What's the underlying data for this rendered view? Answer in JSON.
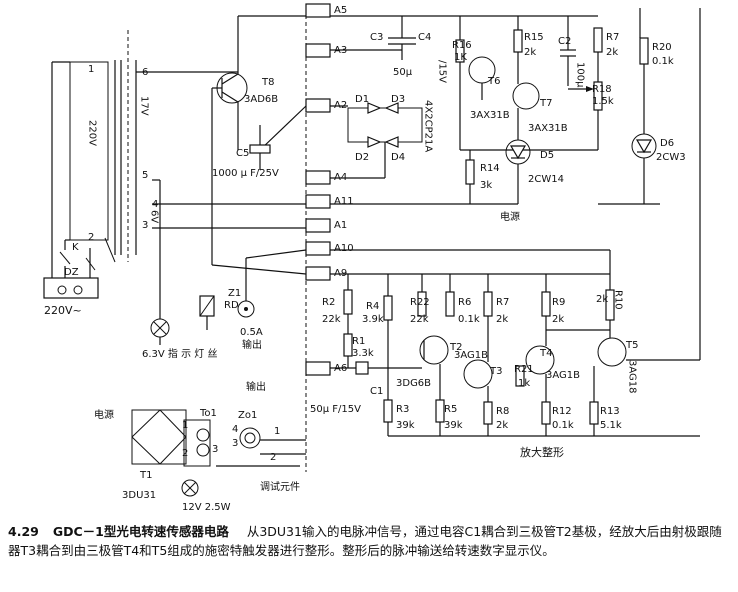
{
  "terminals": [
    "A5",
    "A3",
    "A2",
    "A4",
    "A11",
    "A1",
    "A10",
    "A9",
    "A6"
  ],
  "components": {
    "t8": {
      "ref": "T8",
      "part": "3AD6B"
    },
    "c5": {
      "ref": "C5",
      "value": "1000 μ F/25V"
    },
    "c3": {
      "ref": "C3",
      "value": "50μ"
    },
    "c4": {
      "ref": "C4"
    },
    "bridge": {
      "d1": "D1",
      "d2": "D2",
      "d3": "D3",
      "d4": "D4",
      "part": "4X2CP21A"
    },
    "r16": {
      "ref": "R16",
      "value": "1K"
    },
    "r15": {
      "ref": "R15",
      "value": "2k"
    },
    "c2": {
      "ref": "C2",
      "value": "100μ"
    },
    "r7top": {
      "ref": "R7",
      "value": "2k"
    },
    "r18": {
      "ref": "R18",
      "value": "1.5k"
    },
    "r20": {
      "ref": "R20",
      "value": "0.1k"
    },
    "t6": {
      "ref": "T6",
      "part": "3AX31B"
    },
    "t7": {
      "ref": "T7",
      "part": "3AX31B"
    },
    "d5": {
      "ref": "D5",
      "part": "2CW14"
    },
    "d6": {
      "ref": "D6",
      "part": "2CW3"
    },
    "r14": {
      "ref": "R14",
      "value": "3k"
    },
    "rail15": "/15V",
    "tr": {
      "v220": "220V",
      "v17": "17V",
      "v6": "6V",
      "w1": "1",
      "w2": "2",
      "w3": "3",
      "w4": "4",
      "w5": "5",
      "w6": "6"
    },
    "dz": "DZ",
    "k": "K",
    "mains": "220V~",
    "lamp": {
      "label": "6.3V 指 示 灯 丝"
    },
    "z1": {
      "ref": "Z1",
      "part": "RD",
      "rating": "0.5A",
      "out": "输出"
    },
    "r2": {
      "ref": "R2",
      "value": "22k"
    },
    "r4": {
      "ref": "R4",
      "value": "3.9k"
    },
    "r22": {
      "ref": "R22",
      "value": "22k"
    },
    "r6": {
      "ref": "R6",
      "value": "0.1k"
    },
    "r7b": {
      "ref": "R7",
      "value": "2k"
    },
    "r9": {
      "ref": "R9",
      "value": "2k"
    },
    "r10": {
      "ref": "R10",
      "value": "2k"
    },
    "r1": {
      "ref": "R1",
      "value": "3.3k"
    },
    "c1": {
      "ref": "C1",
      "value": "50μ F/15V"
    },
    "t2": {
      "ref": "T2",
      "part": "3DG6B"
    },
    "t3": {
      "ref": "T3",
      "part": "3AG1B"
    },
    "t4": {
      "ref": "T4",
      "part": "3AG1B"
    },
    "t5": {
      "ref": "T5",
      "part": "3AG18"
    },
    "r21": {
      "ref": "R21",
      "value": "1k"
    },
    "r3": {
      "ref": "R3",
      "value": "39k"
    },
    "r5": {
      "ref": "R5",
      "value": "39k"
    },
    "r8": {
      "ref": "R8",
      "value": "2k"
    },
    "r12": {
      "ref": "R12",
      "value": "0.1k"
    },
    "r13": {
      "ref": "R13",
      "value": "5.1k"
    },
    "t1": {
      "ref": "T1",
      "part": "3DU31"
    },
    "to1": {
      "ref": "To1"
    },
    "zo1": {
      "ref": "Zo1",
      "out": "输出",
      "test": "调试元件"
    },
    "bulb": {
      "label": "12V  2.5W"
    },
    "power": "电源",
    "power_src": "电源",
    "shaping": "放大整形",
    "pin1": "1",
    "pin2": "2",
    "pin3": "3",
    "pin4": "4"
  },
  "caption": {
    "fig_no": "4.29",
    "title": "GDC－1型光电转速传感器电路",
    "text": "从3DU31输入的电脉冲信号，通过电容C1耦合到三极管T2基极，经放大后由射极跟随器T3耦合到由三极管T4和T5组成的施密特触发器进行整形。整形后的脉冲输送给转速数字显示仪。"
  }
}
